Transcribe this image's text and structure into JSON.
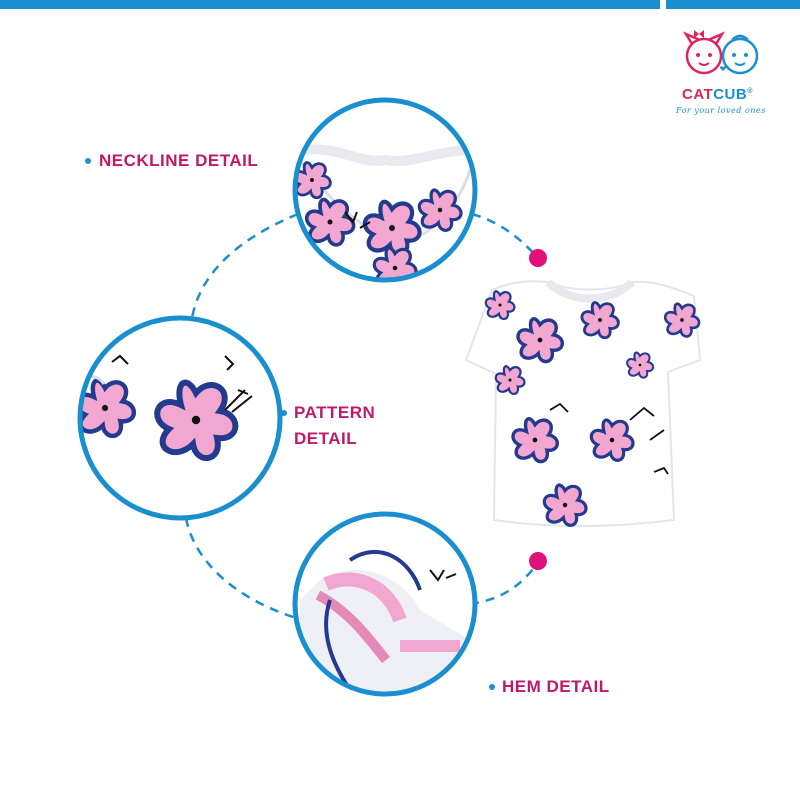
{
  "brand": {
    "name_part1": "CAT",
    "name_part2": "CUB",
    "registered": "®",
    "tagline": "For your loved ones"
  },
  "callouts": [
    {
      "label": "NECKLINE DETAIL"
    },
    {
      "label_line1": "PATTERN",
      "label_line2": "DETAIL"
    },
    {
      "label": "HEM DETAIL"
    }
  ],
  "colors": {
    "accent_blue": "#1a8fd0",
    "accent_magenta": "#c2186b",
    "flower_pink": "#f1a7cf",
    "flower_navy": "#233a8f"
  },
  "icons": {
    "logo": "cat-and-cub-faces-icon"
  }
}
